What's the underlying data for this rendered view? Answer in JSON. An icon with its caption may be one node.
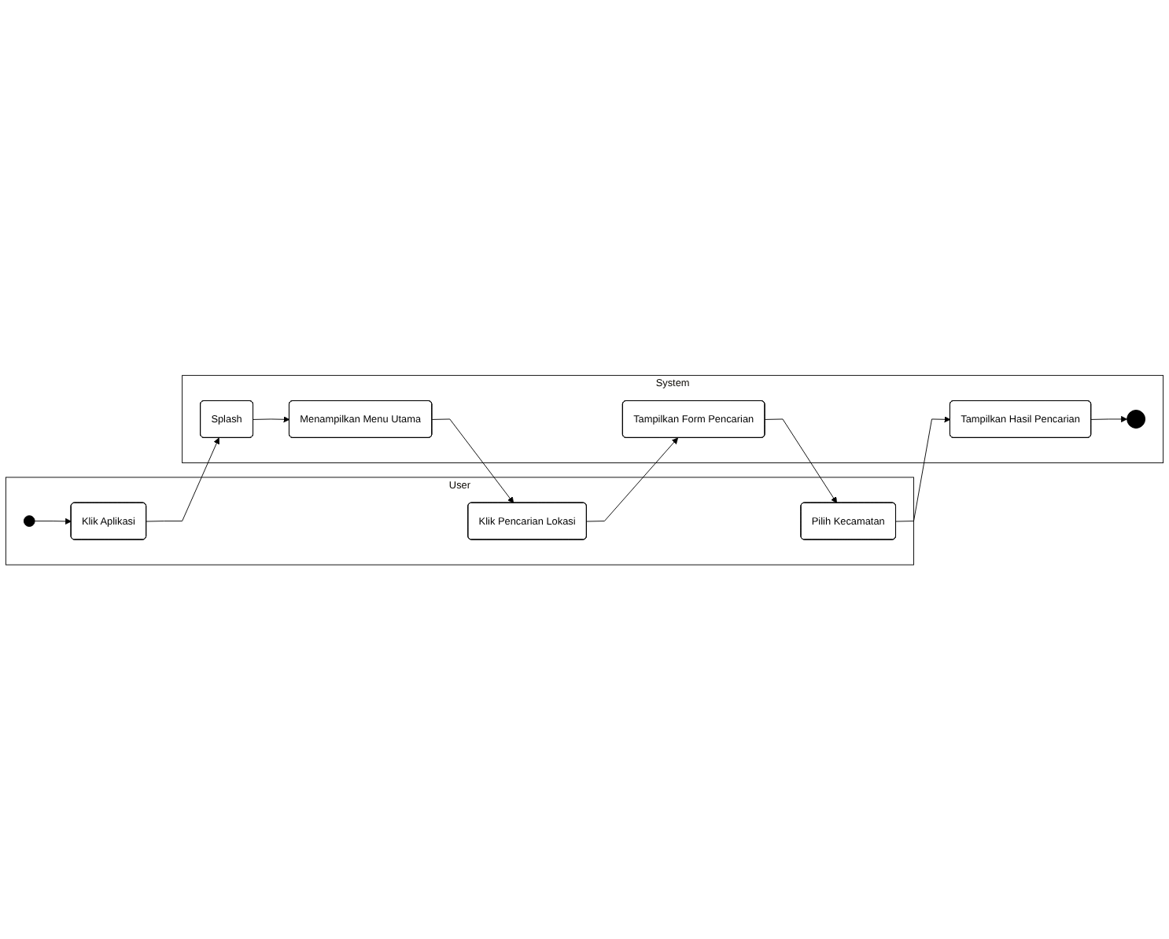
{
  "diagram": {
    "nodes": [
      {
        "text": [
          "User"
        ]
      },
      {
        "text": [],
        "shape": "circle",
        "in": 0
      },
      {
        "text": [
          "Klik Aplikasi"
        ],
        "in": 0
      },
      {
        "text": [
          "Klik Pencarian Lokasi"
        ],
        "in": 0
      },
      {
        "text": [
          "Pilih Kecamatan"
        ],
        "in": 0
      },
      {
        "text": [
          "System"
        ]
      },
      {
        "text": [
          "Splash"
        ],
        "in": 5
      },
      {
        "text": [
          "Menampilkan Menu Utama"
        ],
        "in": 5
      },
      {
        "text": [
          "Tampilkan Form Pencarian"
        ],
        "in": 5
      },
      {
        "text": [
          "Tampilkan Hasil Pencarian"
        ],
        "in": 5
      },
      {
        "text": [],
        "shape": "bullseye",
        "in": 5
      }
    ],
    "edges": [
      {
        "from": 1,
        "to": 2,
        "arrow": "to"
      },
      {
        "from": 2,
        "to": 6,
        "arrow": "to"
      },
      {
        "from": 6,
        "to": 7,
        "arrow": "to"
      },
      {
        "from": 7,
        "to": 3,
        "arrow": "to"
      },
      {
        "from": 3,
        "to": 8,
        "arrow": "to"
      },
      {
        "from": 8,
        "to": 4,
        "arrow": "to"
      },
      {
        "from": 4,
        "to": 9,
        "arrow": "to"
      },
      {
        "from": 9,
        "to": 10,
        "arrow": "to"
      }
    ]
  }
}
